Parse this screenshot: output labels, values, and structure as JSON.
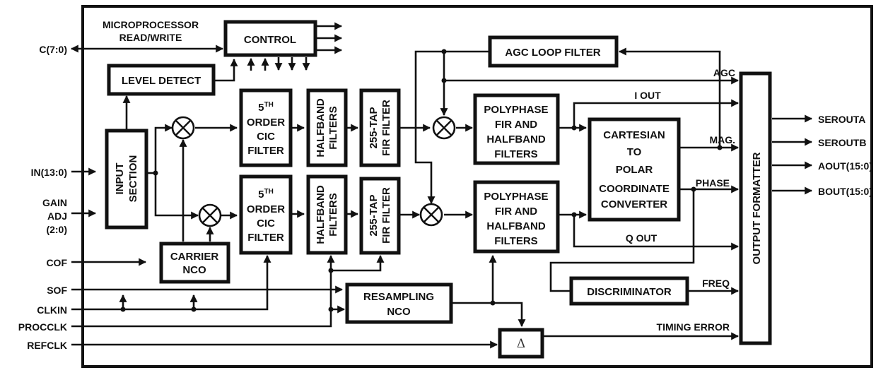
{
  "diagram": {
    "colors": {
      "ink": "#111111",
      "background": "#ffffff"
    },
    "pins_left": [
      {
        "id": "c",
        "label": "C(7:0)",
        "direction": "bidirectional"
      },
      {
        "id": "in",
        "label": "IN(13:0)",
        "direction": "input"
      },
      {
        "id": "gain",
        "lines": [
          "GAIN",
          "ADJ",
          "(2:0)"
        ],
        "direction": "input"
      },
      {
        "id": "cof",
        "label": "COF",
        "direction": "input"
      },
      {
        "id": "sof",
        "label": "SOF",
        "direction": "input"
      },
      {
        "id": "clkin",
        "label": "CLKIN",
        "direction": "input"
      },
      {
        "id": "procclk",
        "label": "PROCCLK",
        "direction": "input"
      },
      {
        "id": "refclk",
        "label": "REFCLK",
        "direction": "input"
      }
    ],
    "pins_right": [
      {
        "id": "serouta",
        "label": "SEROUTA",
        "direction": "output"
      },
      {
        "id": "seroutb",
        "label": "SEROUTB",
        "direction": "output"
      },
      {
        "id": "aout",
        "label": "AOUT(15:0)",
        "direction": "output"
      },
      {
        "id": "bout",
        "label": "BOUT(15:0)",
        "direction": "output"
      }
    ],
    "labels": {
      "microprocessor": [
        "MICROPROCESSOR",
        "READ/WRITE"
      ]
    },
    "blocks": {
      "control": {
        "lines": [
          "CONTROL"
        ]
      },
      "level_detect": {
        "lines": [
          "LEVEL DETECT"
        ]
      },
      "input_section": {
        "lines": [
          "INPUT",
          "SECTION"
        ],
        "orientation": "vertical"
      },
      "cic_i": {
        "superscript_base": "5",
        "superscript": "TH",
        "lines": [
          "ORDER",
          "CIC",
          "FILTER"
        ]
      },
      "cic_q": {
        "superscript_base": "5",
        "superscript": "TH",
        "lines": [
          "ORDER",
          "CIC",
          "FILTER"
        ]
      },
      "halfband_i": {
        "lines": [
          "HALFBAND",
          "FILTERS"
        ],
        "orientation": "vertical"
      },
      "halfband_q": {
        "lines": [
          "HALFBAND",
          "FILTERS"
        ],
        "orientation": "vertical"
      },
      "fir_i": {
        "lines": [
          "255-TAP",
          "FIR FILTER"
        ],
        "orientation": "vertical"
      },
      "fir_q": {
        "lines": [
          "255-TAP",
          "FIR FILTER"
        ],
        "orientation": "vertical"
      },
      "carrier_nco": {
        "lines": [
          "CARRIER",
          "NCO"
        ]
      },
      "agc_loop": {
        "lines": [
          "AGC LOOP FILTER"
        ]
      },
      "poly_i": {
        "lines": [
          "POLYPHASE",
          "FIR AND",
          "HALFBAND",
          "FILTERS"
        ]
      },
      "poly_q": {
        "lines": [
          "POLYPHASE",
          "FIR AND",
          "HALFBAND",
          "FILTERS"
        ]
      },
      "cart_polar": {
        "lines": [
          "CARTESIAN",
          "TO",
          "POLAR",
          "COORDINATE",
          "CONVERTER"
        ]
      },
      "resampling_nco": {
        "lines": [
          "RESAMPLING",
          "NCO"
        ]
      },
      "discriminator": {
        "lines": [
          "DISCRIMINATOR"
        ]
      },
      "delta": {
        "lines": [
          "Δ"
        ]
      },
      "output_formatter": {
        "lines": [
          "OUTPUT FORMATTER"
        ],
        "orientation": "vertical"
      }
    },
    "signals": {
      "agc": "AGC",
      "i_out": "I OUT",
      "mag": "MAG.",
      "phase": "PHASE",
      "q_out": "Q OUT",
      "freq": "FREQ",
      "timing_error": "TIMING ERROR"
    }
  }
}
